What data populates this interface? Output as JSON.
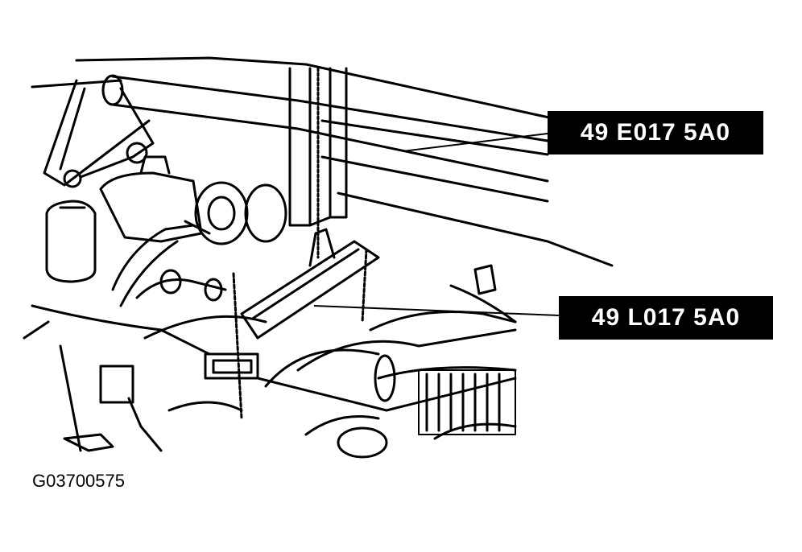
{
  "callouts": [
    {
      "text": "49 E017 5A0"
    },
    {
      "text": "49 L017 5A0"
    }
  ],
  "figure_id": "G03700575",
  "colors": {
    "ink": "#000000",
    "paper": "#ffffff",
    "callout_background": "#000000",
    "callout_text": "#ffffff"
  },
  "icons": [
    "engine-bay-line-drawing",
    "leader-line"
  ]
}
